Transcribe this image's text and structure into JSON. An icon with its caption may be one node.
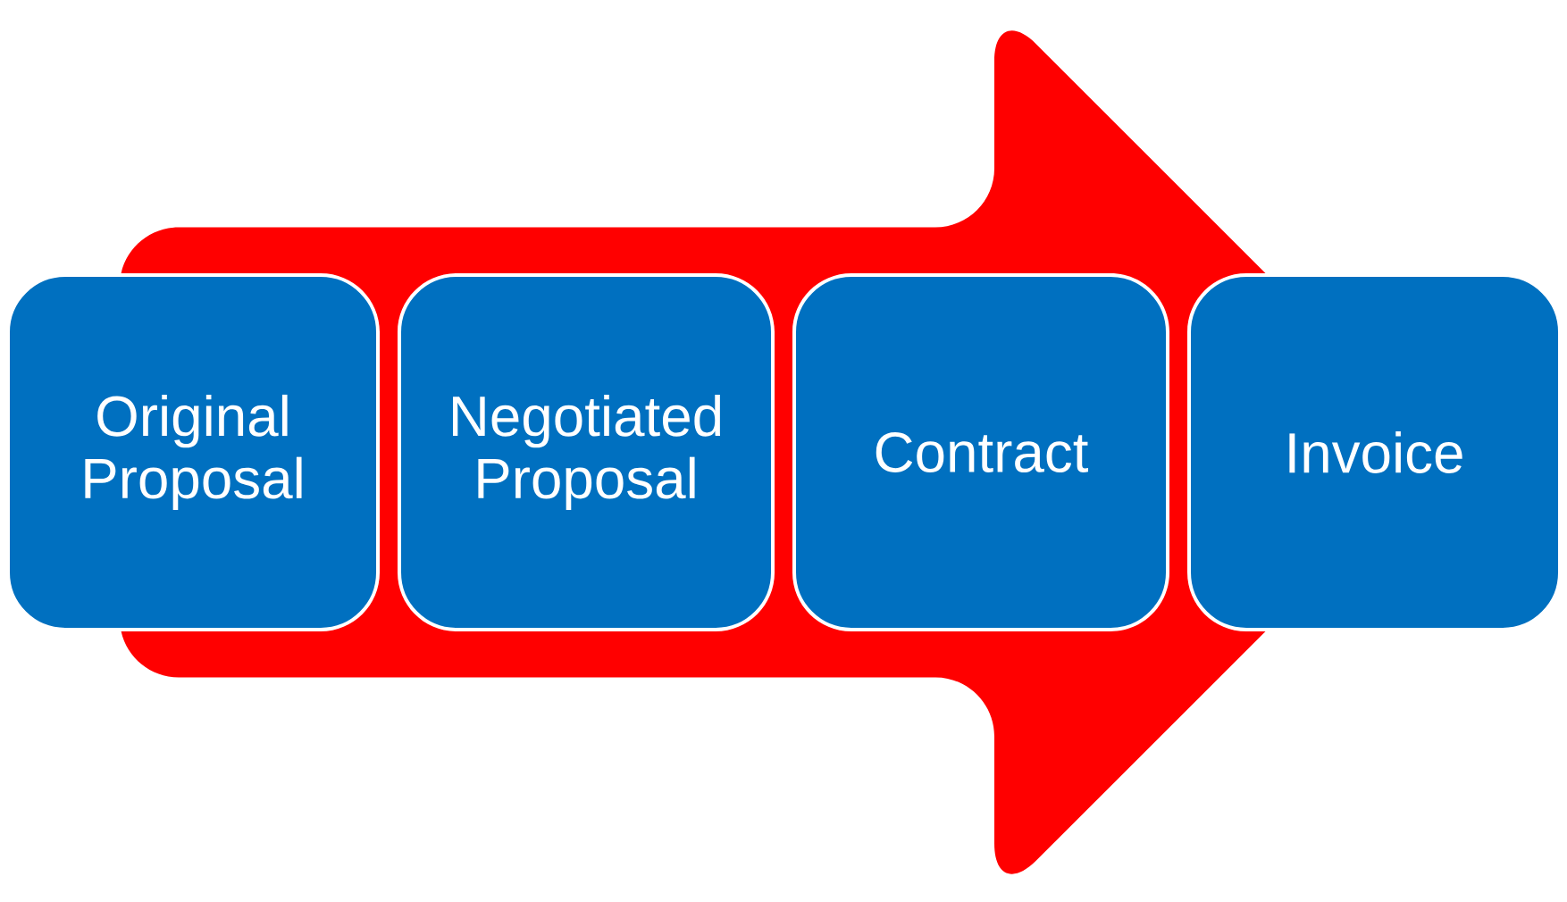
{
  "diagram": {
    "nodes": [
      {
        "text": [
          "Original Proposal"
        ]
      },
      {
        "text": [
          "Negotiated Proposal"
        ]
      },
      {
        "text": [
          "Contract"
        ]
      },
      {
        "text": [
          "Invoice"
        ]
      }
    ],
    "edges": [
      {
        "from": 0,
        "to": 3,
        "arrow": "to"
      }
    ]
  }
}
